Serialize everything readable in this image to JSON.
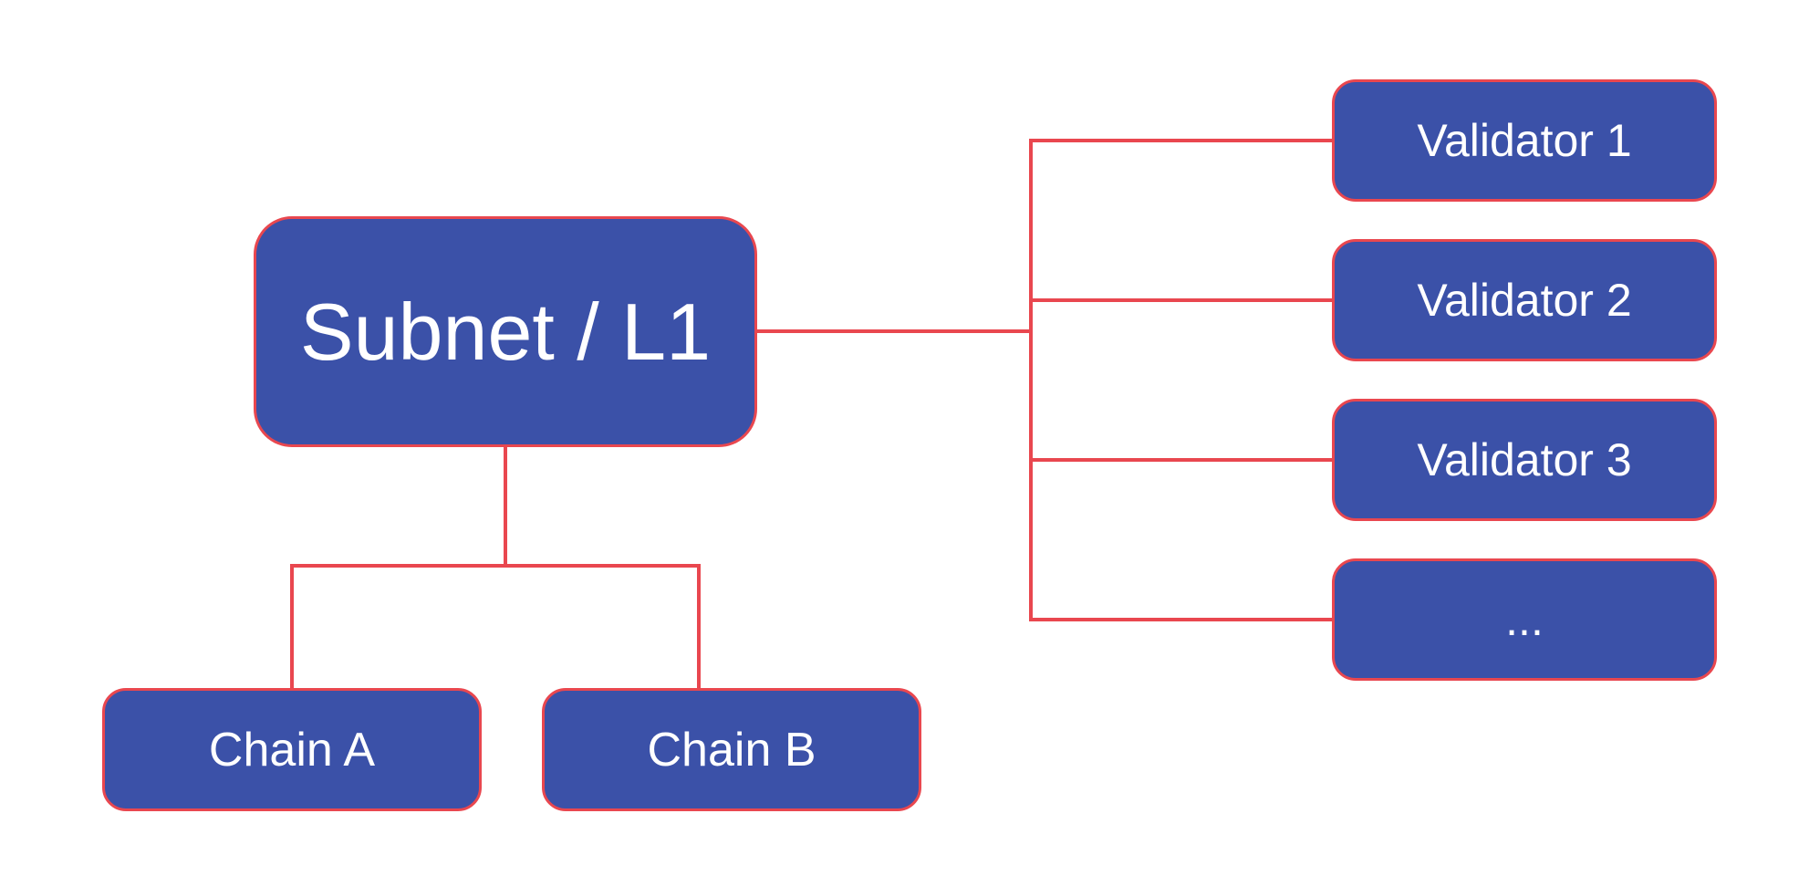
{
  "diagram": {
    "type": "tree",
    "nodes": {
      "subnet": {
        "label": "Subnet / L1"
      },
      "chain_a": {
        "label": "Chain A"
      },
      "chain_b": {
        "label": "Chain B"
      },
      "validator_1": {
        "label": "Validator 1"
      },
      "validator_2": {
        "label": "Validator 2"
      },
      "validator_3": {
        "label": "Validator 3"
      },
      "validator_more": {
        "label": "..."
      }
    },
    "edges": [
      {
        "from": "subnet",
        "to": "chain_a"
      },
      {
        "from": "subnet",
        "to": "chain_b"
      },
      {
        "from": "subnet",
        "to": "validator_1"
      },
      {
        "from": "subnet",
        "to": "validator_2"
      },
      {
        "from": "subnet",
        "to": "validator_3"
      },
      {
        "from": "subnet",
        "to": "validator_more"
      }
    ],
    "colors": {
      "node_fill": "#3B51A8",
      "node_border": "#E9474F",
      "edge_line": "#E9474F",
      "node_text": "#FFFFFF",
      "background": "#FFFFFF"
    }
  }
}
